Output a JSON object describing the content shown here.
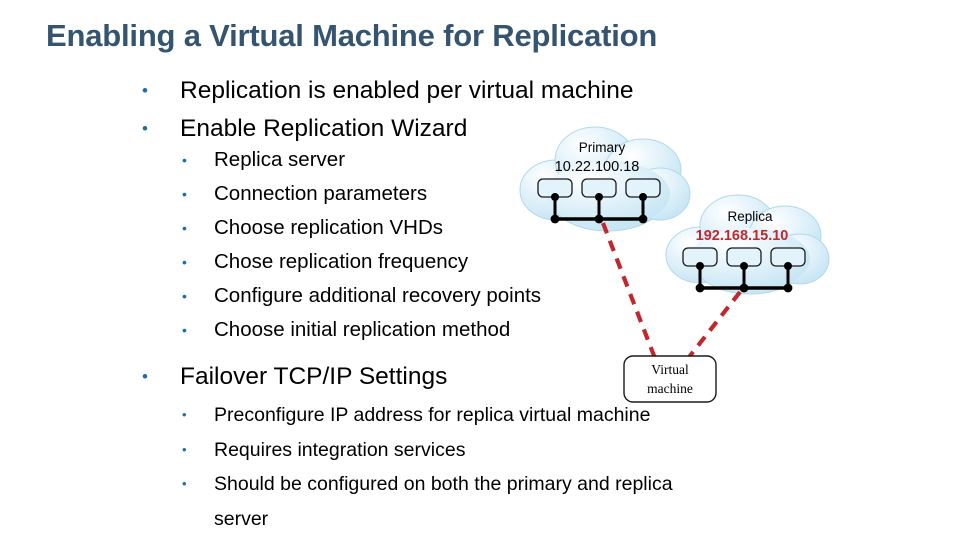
{
  "slide": {
    "title": "Enabling a Virtual Machine for Replication",
    "title_color": "#35546F",
    "bullet_color": "#1C6EA4",
    "background": "#FFFFFF",
    "bullet_glyph": "•"
  },
  "top_bullets": [
    {
      "text": "Replication is enabled per virtual machine"
    },
    {
      "text": "Enable Replication Wizard"
    }
  ],
  "wizard_steps": [
    {
      "text": "Replica server"
    },
    {
      "text": "Connection parameters"
    },
    {
      "text": "Choose replication VHDs"
    },
    {
      "text": "Chose replication frequency"
    },
    {
      "text": "Configure additional recovery points"
    },
    {
      "text": "Choose initial replication method"
    }
  ],
  "failover": {
    "heading": "Failover TCP/IP Settings",
    "items": [
      {
        "text": "Preconfigure IP address for replica virtual machine",
        "cont": ""
      },
      {
        "text": "Requires integration services",
        "cont": ""
      },
      {
        "text": "Should be configured on both the primary and replica",
        "cont": "server"
      }
    ]
  },
  "diagram": {
    "cloud_fill": "#D7ECF7",
    "cloud_stroke": "#AFD9EC",
    "line_color": "#000000",
    "dashed_color": "#C1272D",
    "primary": {
      "name": "Primary",
      "ip": "10.22.100.18",
      "ip_color": "#000000",
      "nodes": 3
    },
    "replica": {
      "name": "Replica",
      "ip": "192.168.15.10",
      "ip_color": "#C1272D",
      "nodes": 3
    },
    "vm": {
      "line1": "Virtual",
      "line2": "machine"
    }
  }
}
